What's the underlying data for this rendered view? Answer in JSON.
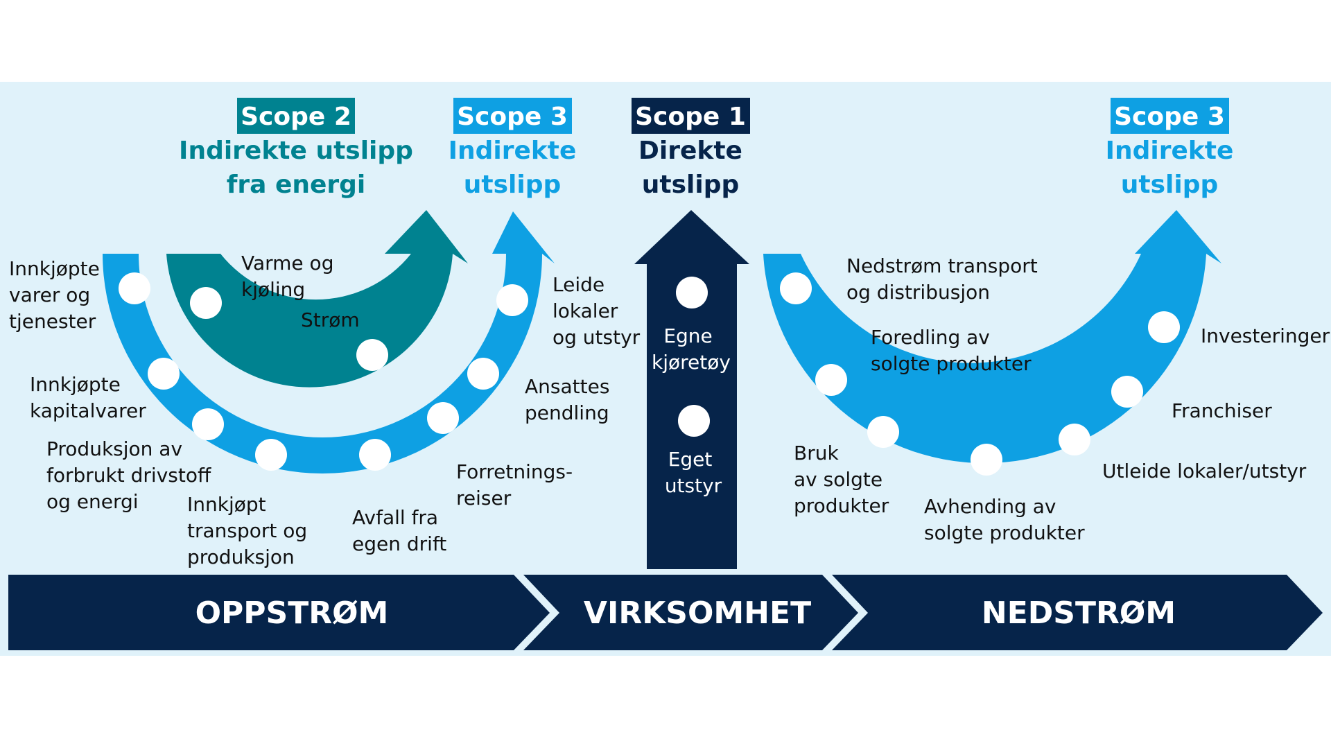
{
  "colors": {
    "background": "#e0f2fa",
    "scope1": "#06244a",
    "scope2": "#008290",
    "scope3": "#0ea0e3",
    "dark_text": "#111111",
    "white": "#ffffff"
  },
  "headers": {
    "scope2": {
      "badge": "Scope 2",
      "line1": "Indirekte utslipp",
      "line2": "fra energi"
    },
    "scope3_up": {
      "badge": "Scope 3",
      "line1": "Indirekte",
      "line2": "utslipp"
    },
    "scope1": {
      "badge": "Scope 1",
      "line1": "Direkte",
      "line2": "utslipp"
    },
    "scope3_down": {
      "badge": "Scope 3",
      "line1": "Indirekte",
      "line2": "utslipp"
    }
  },
  "scope2_items": [
    [
      "Varme og",
      "kjøling"
    ],
    [
      "Strøm"
    ]
  ],
  "scope3_up_items": [
    [
      "Innkjøpte",
      "varer og",
      "tjenester"
    ],
    [
      "Innkjøpte",
      "kapitalvarer"
    ],
    [
      "Produksjon av",
      "forbrukt drivstoff",
      "og energi"
    ],
    [
      "Innkjøpt",
      "transport og",
      "produksjon"
    ],
    [
      "Avfall fra",
      "egen drift"
    ],
    [
      "Forretnings-",
      "reiser"
    ],
    [
      "Ansattes",
      "pendling"
    ],
    [
      "Leide",
      "lokaler",
      "og utstyr"
    ]
  ],
  "scope1_items": [
    [
      "Egne",
      "kjøretøy"
    ],
    [
      "Eget",
      "utstyr"
    ]
  ],
  "scope3_down_items": [
    [
      "Nedstrøm transport",
      "og distribusjon"
    ],
    [
      "Foredling av",
      "solgte produkter"
    ],
    [
      "Bruk",
      "av solgte",
      "produkter"
    ],
    [
      "Avhending av",
      "solgte produkter"
    ],
    [
      "Utleide lokaler/utstyr"
    ],
    [
      "Franchiser"
    ],
    [
      "Investeringer"
    ]
  ],
  "flow": {
    "upstream": "OPPSTRØM",
    "company": "VIRKSOMHET",
    "downstream": "NEDSTRØM"
  }
}
